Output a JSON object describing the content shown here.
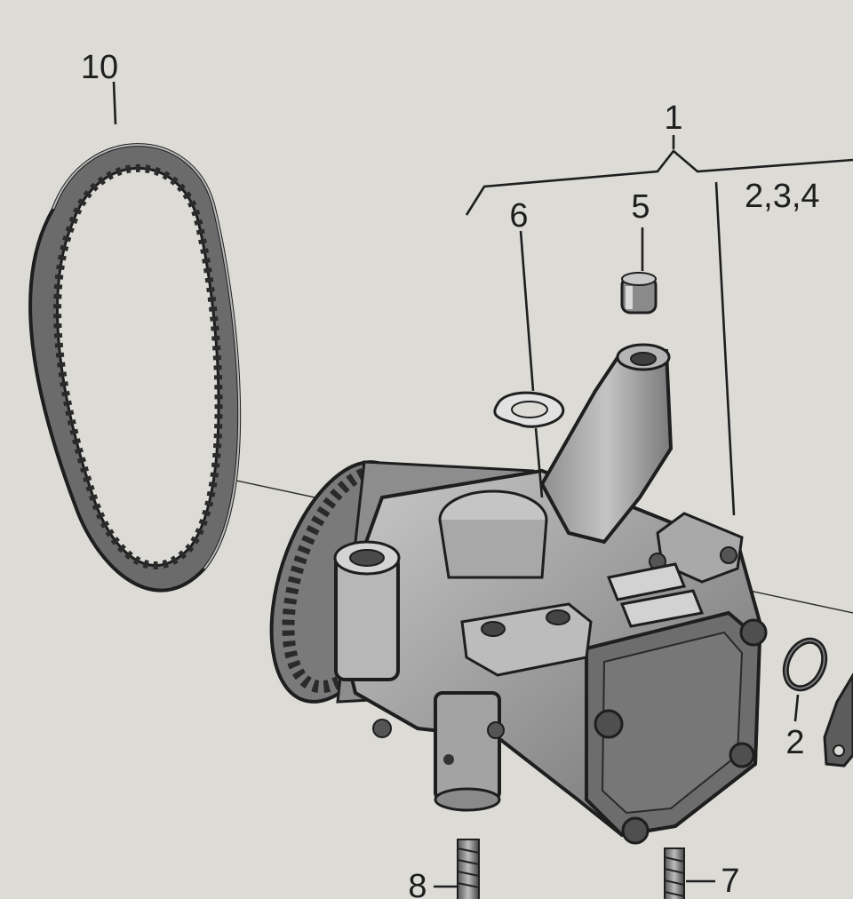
{
  "diagram": {
    "callouts": {
      "belt": "10",
      "assembly": "1",
      "sub_group": "2,3,4",
      "gasket": "6",
      "insert": "5",
      "o_ring": "2",
      "bolt_left": "8",
      "bolt_right": "7"
    },
    "colors": {
      "paper": "#dcdbd6",
      "line": "#222222",
      "shade": "#9a9a9a",
      "shade_dark": "#5e5e5e",
      "highlight": "#d8d8d8"
    }
  }
}
